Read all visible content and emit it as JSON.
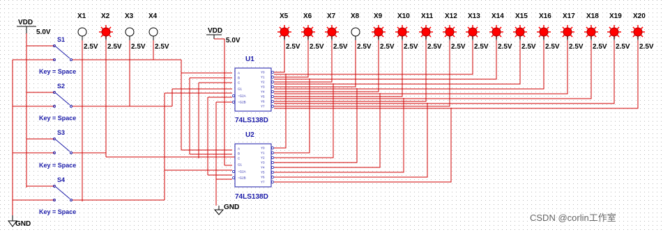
{
  "vdd_left": {
    "name": "VDD",
    "voltage": "5.0V"
  },
  "vdd_mid": {
    "name": "VDD",
    "voltage": "5.0V"
  },
  "gnd_left": "GND",
  "gnd_mid": "GND",
  "probe_voltage": "2.5V",
  "probes": [
    {
      "label": "X1",
      "lit": false
    },
    {
      "label": "X2",
      "lit": true
    },
    {
      "label": "X3",
      "lit": false
    },
    {
      "label": "X4",
      "lit": false
    },
    {
      "label": "X5",
      "lit": true
    },
    {
      "label": "X6",
      "lit": true
    },
    {
      "label": "X7",
      "lit": true
    },
    {
      "label": "X8",
      "lit": false
    },
    {
      "label": "X9",
      "lit": true
    },
    {
      "label": "X10",
      "lit": true
    },
    {
      "label": "X11",
      "lit": true
    },
    {
      "label": "X12",
      "lit": true
    },
    {
      "label": "X13",
      "lit": true
    },
    {
      "label": "X14",
      "lit": true
    },
    {
      "label": "X15",
      "lit": true
    },
    {
      "label": "X16",
      "lit": true
    },
    {
      "label": "X17",
      "lit": true
    },
    {
      "label": "X18",
      "lit": true
    },
    {
      "label": "X19",
      "lit": true
    },
    {
      "label": "X20",
      "lit": true
    }
  ],
  "switches": [
    {
      "name": "S1",
      "key": "Key = Space"
    },
    {
      "name": "S2",
      "key": "Key = Space"
    },
    {
      "name": "S3",
      "key": "Key = Space"
    },
    {
      "name": "S4",
      "key": "Key = Space"
    }
  ],
  "ics": [
    {
      "ref": "U1",
      "part": "74LS138D"
    },
    {
      "ref": "U2",
      "part": "74LS138D"
    }
  ],
  "ic_pins_left": [
    "A",
    "B",
    "C",
    "G1",
    "~G2A",
    "~G2B"
  ],
  "ic_pins_right": [
    "Y0",
    "Y1",
    "Y2",
    "Y3",
    "Y4",
    "Y5",
    "Y6",
    "Y7"
  ],
  "watermark": "CSDN @corlin工作室",
  "colors": {
    "wire": "#d10000",
    "ic": "#1a1aa8",
    "lit": "#ff0000",
    "grid": "#b8b8b8"
  }
}
